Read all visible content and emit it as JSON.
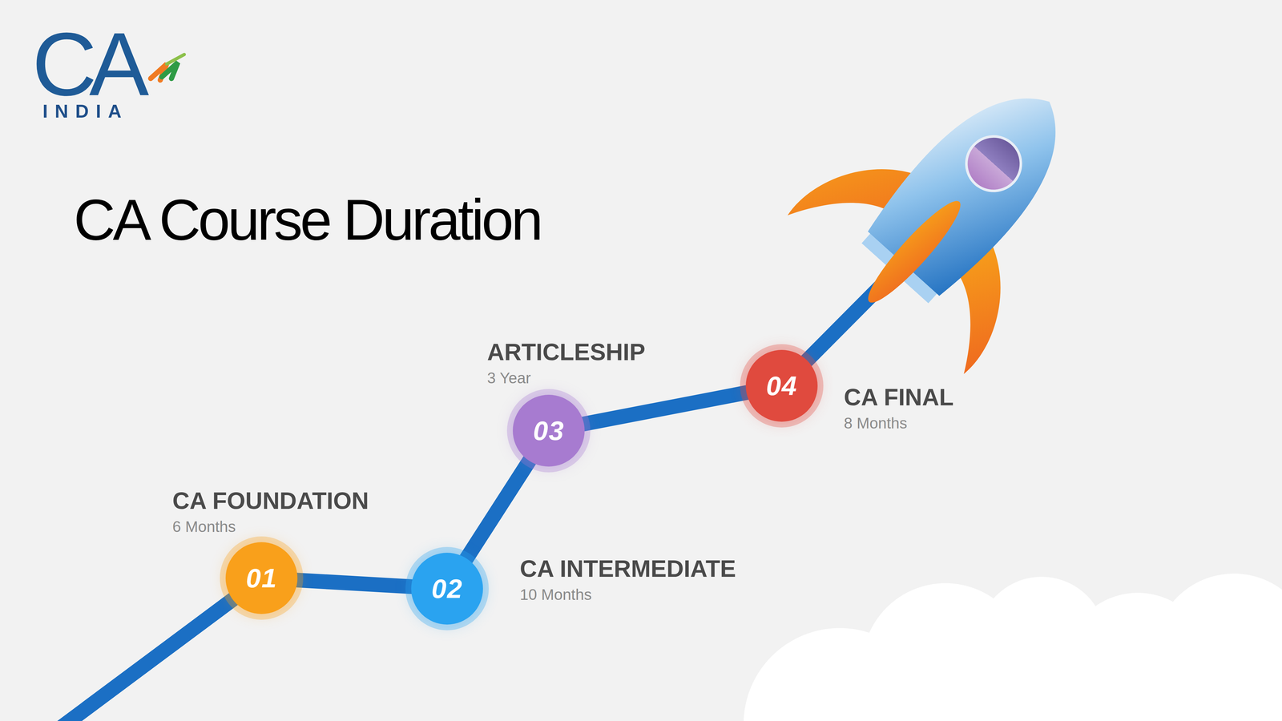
{
  "diagram": {
    "title": "CA Course Duration",
    "nodes": [
      {
        "text": [
          "01",
          "CA FOUNDATION",
          "6 Months"
        ]
      },
      {
        "text": [
          "02",
          "CA INTERMEDIATE",
          "10 Months"
        ]
      },
      {
        "text": [
          "03",
          "ARTICLESHIP",
          "3 Year"
        ]
      },
      {
        "text": [
          "04",
          "CA FINAL",
          "8 Months"
        ]
      }
    ],
    "edges": [
      {
        "from": 0,
        "to": 1,
        "arrow": "none"
      },
      {
        "from": 1,
        "to": 2,
        "arrow": "none"
      },
      {
        "from": 2,
        "to": 3,
        "arrow": "none"
      }
    ],
    "labels": [
      "CA",
      "INDIA"
    ]
  }
}
